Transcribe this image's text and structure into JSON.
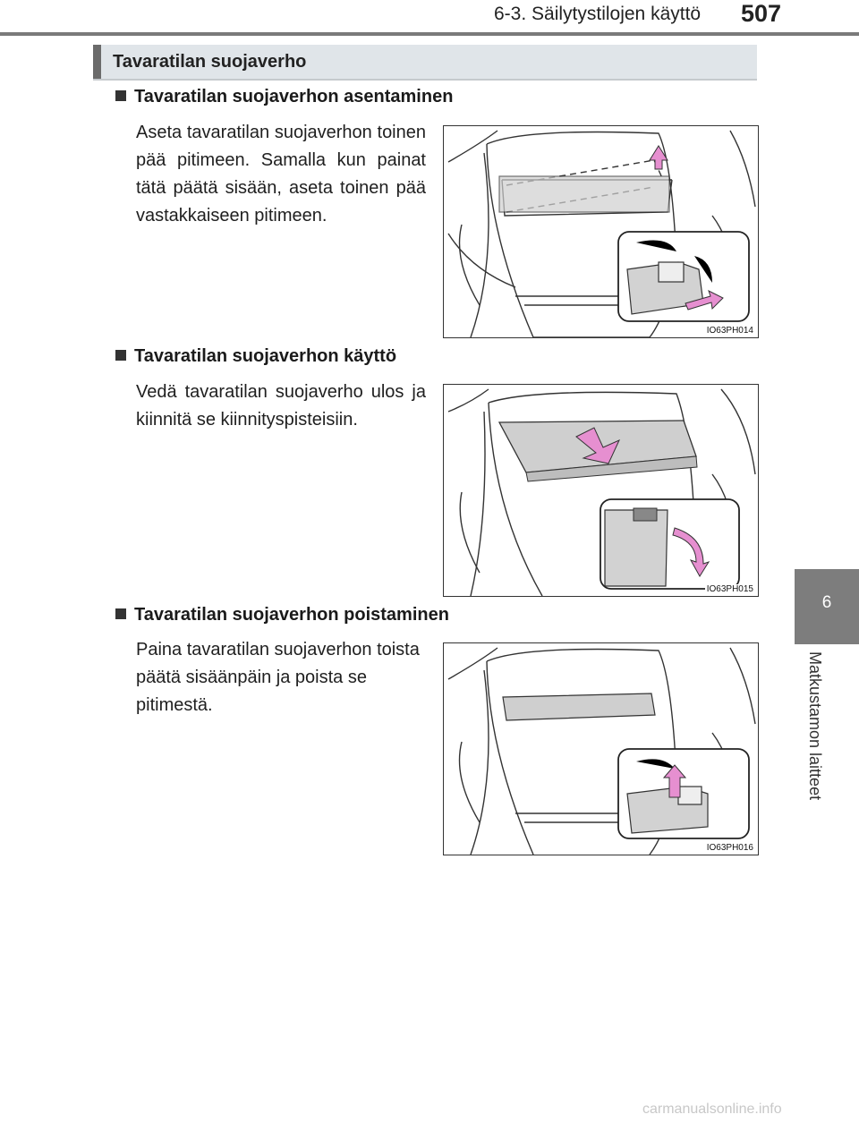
{
  "header": {
    "section": "6-3. Säilytystilojen käyttö",
    "page_number": "507"
  },
  "side_tab": {
    "chapter_number": "6",
    "chapter_title": "Matkustamon laitteet"
  },
  "section": {
    "title": "Tavaratilan suojaverho"
  },
  "subsections": [
    {
      "heading": "Tavaratilan suojaverhon asentaminen",
      "text": "Aseta tavaratilan suojaverhon toinen pää pitimeen. Samalla kun painat tätä päätä sisään, aseta toinen pää vastakkaiseen pitimeen.",
      "figure_code": "IO63PH014"
    },
    {
      "heading": "Tavaratilan suojaverhon käyttö",
      "text": "Vedä tavaratilan suojaverho ulos ja kiinnitä se kiinnityspisteisiin.",
      "figure_code": "IO63PH015"
    },
    {
      "heading": "Tavaratilan suojaverhon poistaminen",
      "text": "Paina tavaratilan suojaverhon toista päätä sisäänpäin ja poista se pitimestä.",
      "figure_code": "IO63PH016"
    }
  ],
  "footer": {
    "watermark": "carmanualsonline.info"
  },
  "colors": {
    "accent_arrow": "#e68fd0",
    "section_bg": "#e0e5e9",
    "tab_bg": "#7d7d7d"
  }
}
